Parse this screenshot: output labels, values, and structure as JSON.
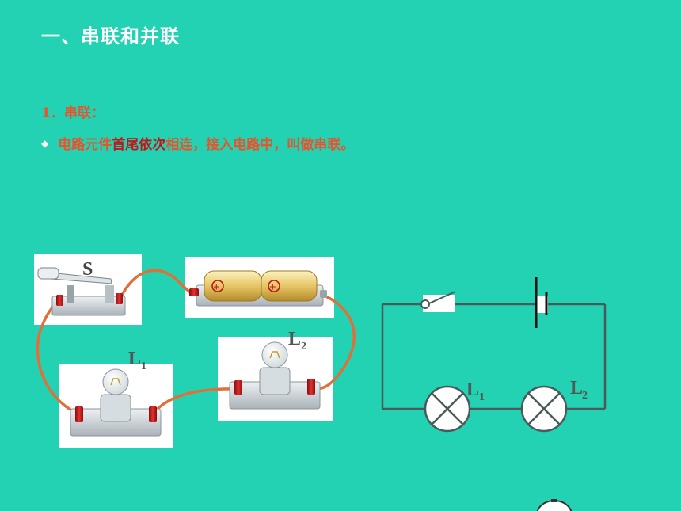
{
  "slide": {
    "title": "一、串联和并联",
    "section_label": "1．串联：",
    "bullet_icon": "diamond-bullet-icon",
    "definition": {
      "before": "电路元件",
      "highlight": "首尾依次",
      "after": "相连，接入电路中，叫做串联。"
    }
  },
  "physical_circuit": {
    "switch_label": "S",
    "lamp1_label": "L",
    "lamp1_sub": "1",
    "lamp2_label": "L",
    "lamp2_sub": "2",
    "battery_symbol": "+"
  },
  "schematic": {
    "lamp1_label": "L",
    "lamp1_sub": "1",
    "lamp2_label": "L",
    "lamp2_sub": "2"
  },
  "colors": {
    "background": "#22d2b2",
    "accent_text": "#e8532b",
    "highlight_text": "#c0151b",
    "wire": "#e0703a",
    "schematic_line": "#4a5a5a"
  }
}
